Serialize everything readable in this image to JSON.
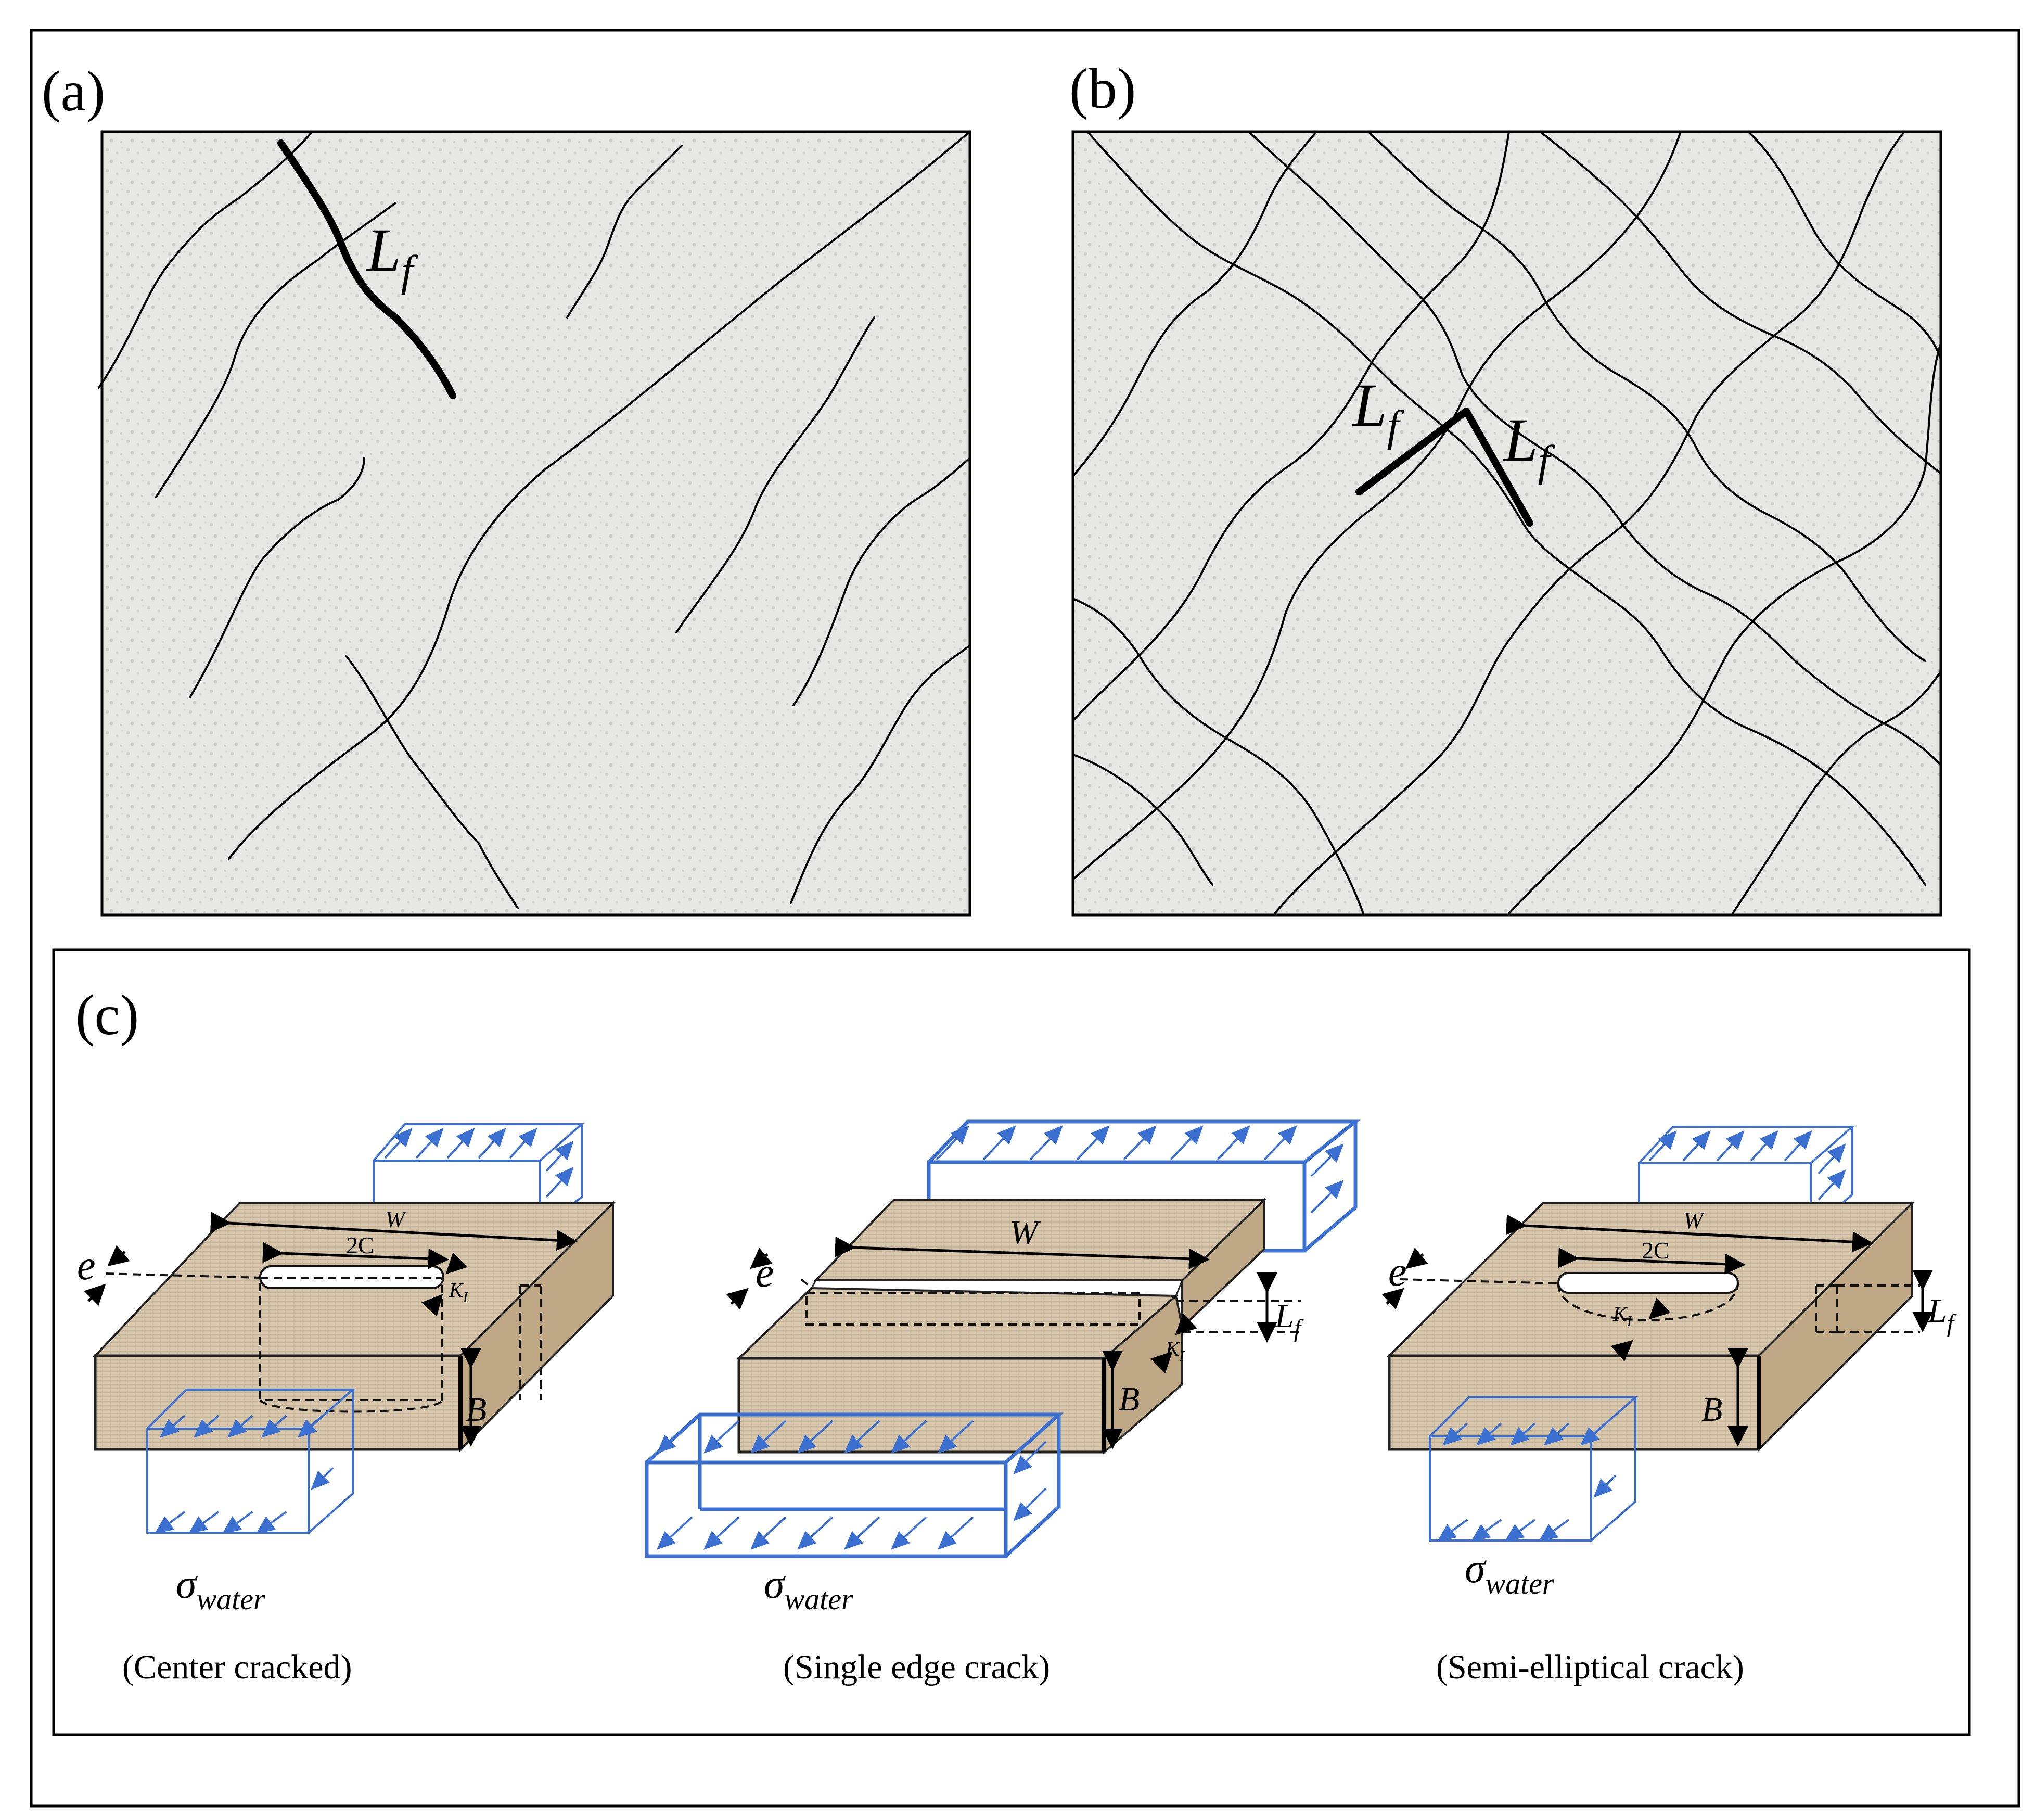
{
  "panels": {
    "a": {
      "label": "(a)",
      "lf_label": "L",
      "lf_sub": "f"
    },
    "b": {
      "label": "(b)",
      "lf_label": "L",
      "lf_sub": "f"
    },
    "c": {
      "label": "(c)"
    }
  },
  "diagrams": [
    {
      "caption": "(Center cracked)",
      "sigma": "σ",
      "sigma_sub": "water",
      "w": "W",
      "two_c": "2C",
      "e": "e",
      "k": "K",
      "k_sub": "I",
      "b": "B"
    },
    {
      "caption": "(Single edge crack)",
      "sigma": "σ",
      "sigma_sub": "water",
      "w": "W",
      "e": "e",
      "k": "K",
      "k_sub": "I",
      "b": "B",
      "lf": "L",
      "lf_sub": "f"
    },
    {
      "caption": "(Semi-elliptical crack)",
      "sigma": "σ",
      "sigma_sub": "water",
      "w": "W",
      "two_c": "2C",
      "e": "e",
      "k": "K",
      "k_sub": "I",
      "b": "B",
      "lf": "L",
      "lf_sub": "f"
    }
  ],
  "colors": {
    "load_arrows": "#3b6fd0",
    "specimen": "#d8c9b2",
    "concrete": "#e6e6e6"
  }
}
